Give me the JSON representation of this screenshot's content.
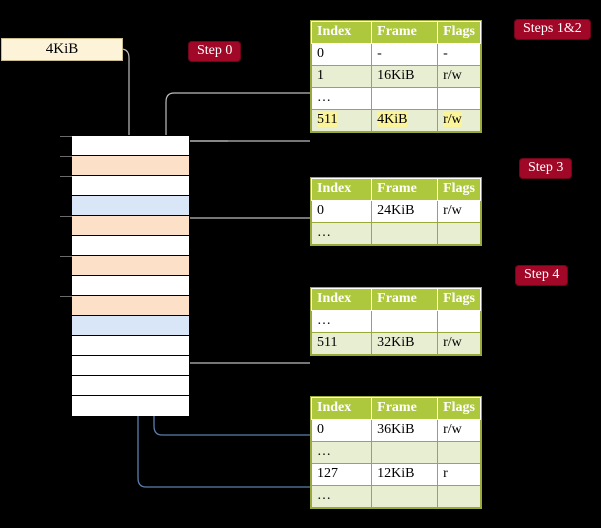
{
  "diagram": {
    "title_box": {
      "label": "4KiB"
    },
    "badges": [
      {
        "name": "step-0",
        "label": "Step 0"
      },
      {
        "name": "steps-1-2",
        "label": "Steps 1&2"
      },
      {
        "name": "step-3",
        "label": "Step 3"
      },
      {
        "name": "step-4",
        "label": "Step 4"
      }
    ],
    "colors": {
      "badge_bg": "#a10726",
      "table_header_bg": "#aec83e",
      "table_alt_row_bg": "#e7eed2",
      "highlight_yellow": "#fbf49a",
      "memory_orange": "#fde0c8",
      "memory_blue": "#d9e6f7",
      "address_box_bg": "#fdf3d8",
      "down_arrow": "#bdbdbd",
      "up_arrow": "#5b7fad",
      "background": "#000000"
    },
    "memory": {
      "name": "physical-memory-column",
      "rows": [
        {
          "index": 0,
          "fill": "white"
        },
        {
          "index": 1,
          "fill": "orange"
        },
        {
          "index": 2,
          "fill": "white"
        },
        {
          "index": 3,
          "fill": "blue"
        },
        {
          "index": 4,
          "fill": "orange"
        },
        {
          "index": 5,
          "fill": "white"
        },
        {
          "index": 6,
          "fill": "orange"
        },
        {
          "index": 7,
          "fill": "white"
        },
        {
          "index": 8,
          "fill": "orange"
        },
        {
          "index": 9,
          "fill": "blue"
        },
        {
          "index": 10,
          "fill": "white"
        },
        {
          "index": 11,
          "fill": "white"
        },
        {
          "index": 12,
          "fill": "white"
        },
        {
          "index": 13,
          "fill": "white"
        }
      ],
      "ticks": [
        0,
        1,
        2,
        4,
        6,
        8
      ]
    },
    "tables": [
      {
        "name": "page-table-level-1",
        "headers": [
          "Index",
          "Frame",
          "Flags"
        ],
        "rows": [
          {
            "cells": [
              "0",
              "-",
              "-"
            ],
            "alt": false,
            "highlight": false
          },
          {
            "cells": [
              "1",
              "16KiB",
              "r/w"
            ],
            "alt": true,
            "highlight": false
          },
          {
            "cells": [
              "…",
              "",
              ""
            ],
            "alt": false,
            "highlight": false
          },
          {
            "cells": [
              "511",
              "4KiB",
              "r/w"
            ],
            "alt": true,
            "highlight": true
          }
        ]
      },
      {
        "name": "page-table-level-2",
        "headers": [
          "Index",
          "Frame",
          "Flags"
        ],
        "rows": [
          {
            "cells": [
              "0",
              "24KiB",
              "r/w"
            ],
            "alt": false,
            "highlight": false
          },
          {
            "cells": [
              "…",
              "",
              ""
            ],
            "alt": true,
            "highlight": false
          }
        ]
      },
      {
        "name": "page-table-level-3",
        "headers": [
          "Index",
          "Frame",
          "Flags"
        ],
        "rows": [
          {
            "cells": [
              "…",
              "",
              ""
            ],
            "alt": false,
            "highlight": false
          },
          {
            "cells": [
              "511",
              "32KiB",
              "r/w"
            ],
            "alt": true,
            "highlight": false
          }
        ]
      },
      {
        "name": "page-table-level-4",
        "headers": [
          "Index",
          "Frame",
          "Flags"
        ],
        "rows": [
          {
            "cells": [
              "0",
              "36KiB",
              "r/w"
            ],
            "alt": false,
            "highlight": false
          },
          {
            "cells": [
              "…",
              "",
              ""
            ],
            "alt": true,
            "highlight": false
          },
          {
            "cells": [
              "127",
              "12KiB",
              "r"
            ],
            "alt": false,
            "highlight": false
          },
          {
            "cells": [
              "…",
              "",
              ""
            ],
            "alt": true,
            "highlight": false
          }
        ]
      }
    ]
  }
}
